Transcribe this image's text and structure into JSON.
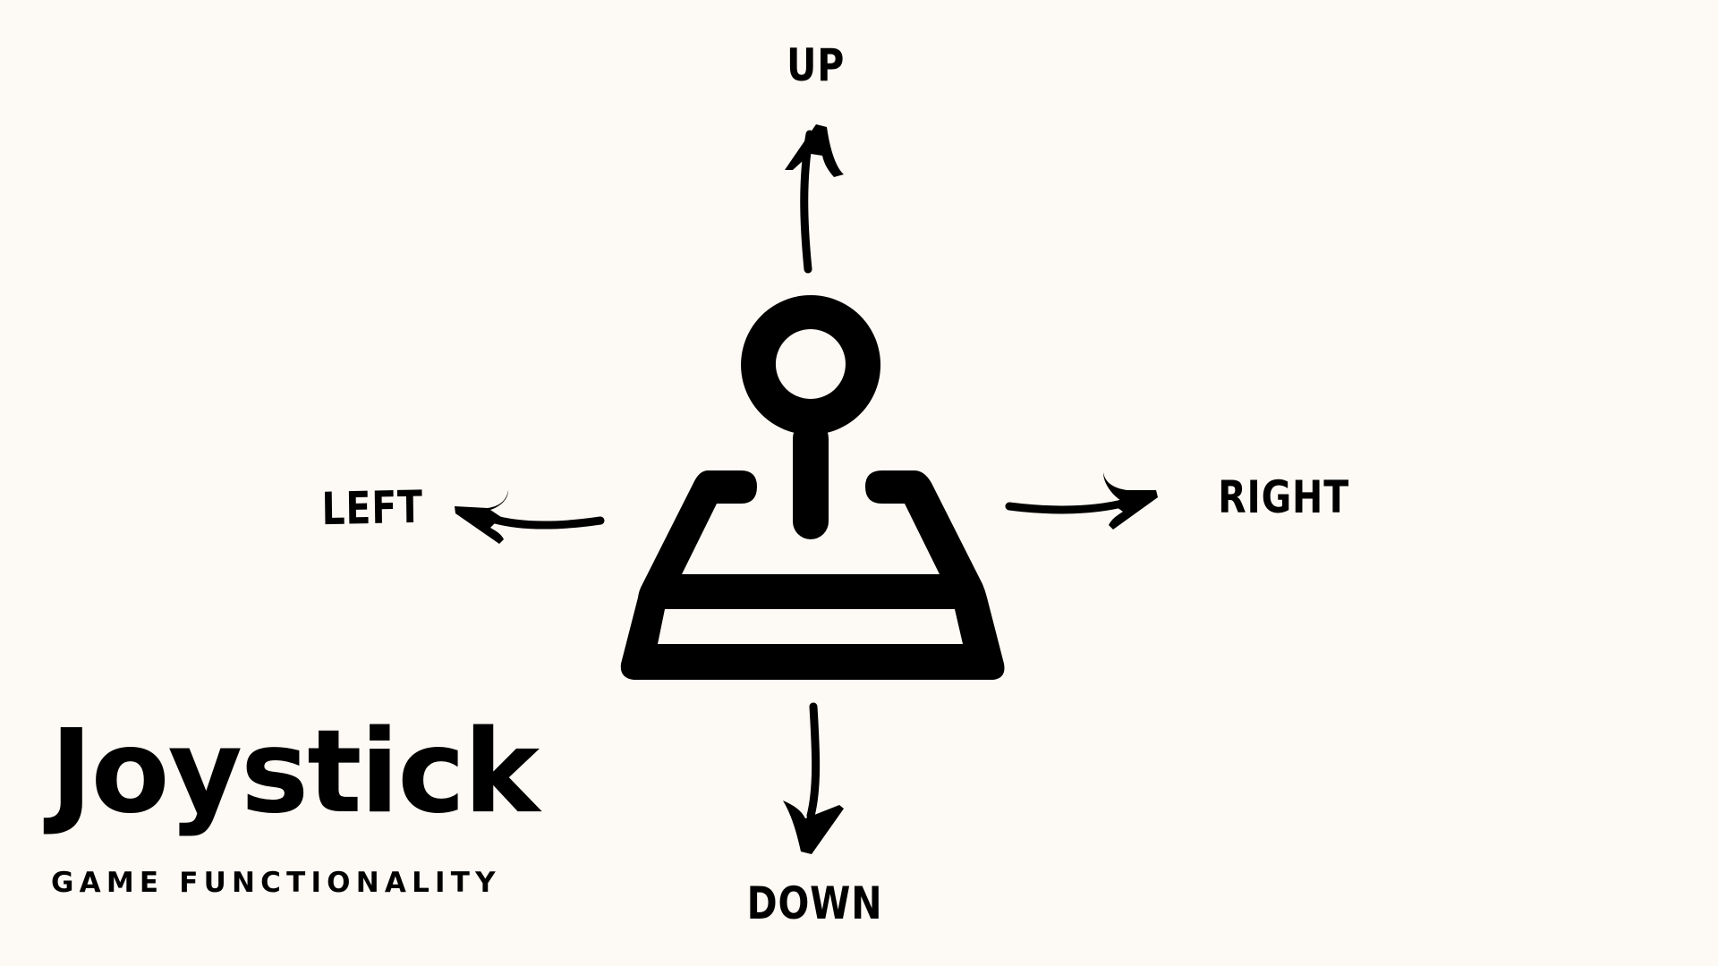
{
  "directions": {
    "up": "UP",
    "down": "DOWN",
    "left": "LEFT",
    "right": "RIGHT"
  },
  "title": {
    "main": "Joystick",
    "sub": "GAME FUNCTIONALITY"
  },
  "icons": {
    "center": "joystick-icon",
    "arrows": [
      "arrow-up-icon",
      "arrow-down-icon",
      "arrow-left-icon",
      "arrow-right-icon"
    ]
  },
  "colors": {
    "background": "#fdf9f4",
    "ink": "#000000"
  }
}
